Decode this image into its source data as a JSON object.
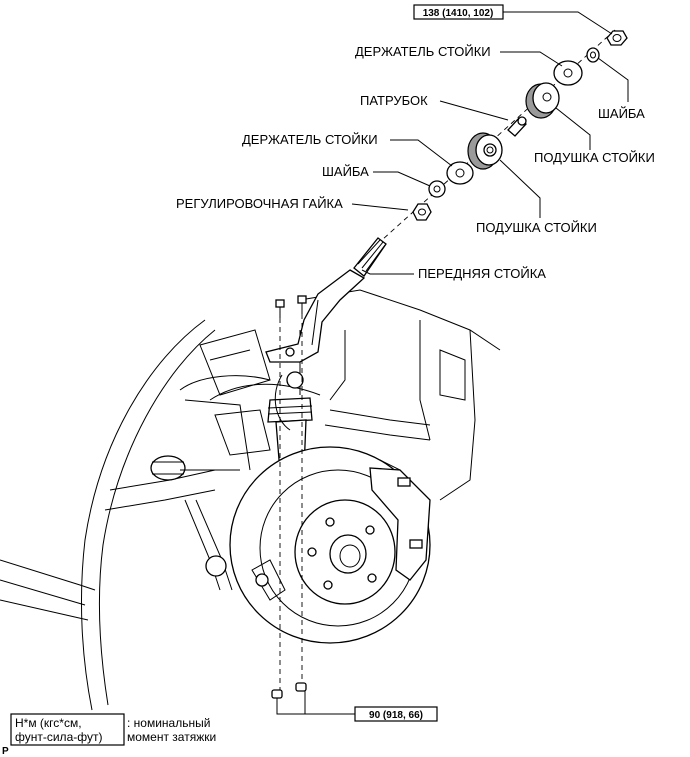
{
  "torque_top": "138 (1410, 102)",
  "torque_bottom": "90 (918, 66)",
  "labels": {
    "holder_top": "ДЕРЖАТЕЛЬ СТОЙКИ",
    "washer_right": "ШАЙБА",
    "collar": "ПАТРУБОК",
    "cushion_top": "ПОДУШКА СТОЙКИ",
    "holder_mid": "ДЕРЖАТЕЛЬ СТОЙКИ",
    "washer_left": "ШАЙБА",
    "adjust_nut": "РЕГУЛИРОВОЧНАЯ ГАЙКА",
    "cushion_bottom": "ПОДУШКА СТОЙКИ",
    "front_strut": "ПЕРЕДНЯЯ СТОЙКА"
  },
  "legend": {
    "unit_line1": "Н*м (кгс*см,",
    "unit_line2": "фунт-сила-фут)",
    "desc_line1": ": номинальный",
    "desc_line2": "момент затяжки"
  },
  "corner_mark": "P"
}
